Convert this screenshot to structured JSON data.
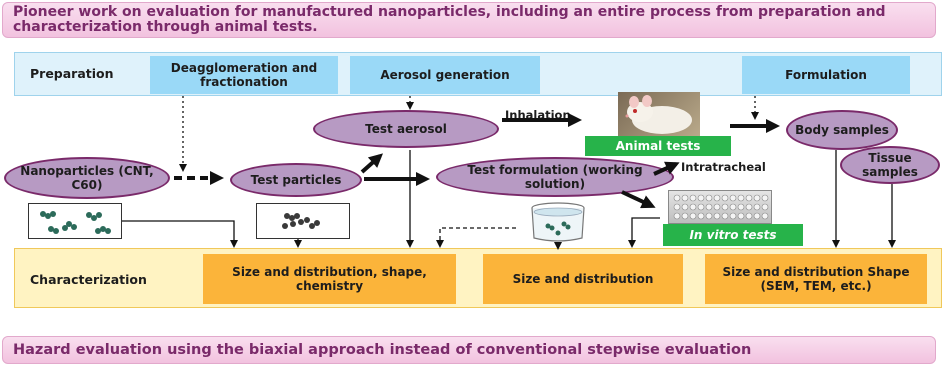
{
  "banners": {
    "top": "Pioneer work on evaluation for manufactured nanoparticles, including an entire process from preparation and characterization through animal tests.",
    "bottom": "Hazard evaluation using the biaxial approach instead of conventional stepwise evaluation"
  },
  "preparation": {
    "label": "Preparation",
    "boxes": [
      "Deagglomeration and fractionation",
      "Aerosol generation",
      "Formulation"
    ]
  },
  "characterization": {
    "label": "Characterization",
    "boxes": [
      "Size and distribution, shape, chemistry",
      "Size and distribution",
      "Size and distribution Shape (SEM, TEM, etc.)"
    ]
  },
  "nodes": {
    "nanoparticles": "Nanoparticles (CNT, C60)",
    "test_particles": "Test particles",
    "test_aerosol": "Test aerosol",
    "test_formulation": "Test formulation (working solution)",
    "body_samples": "Body samples",
    "tissue_samples": "Tissue samples"
  },
  "tests": {
    "animal": "Animal tests",
    "in_vitro": "In vitro tests"
  },
  "routes": {
    "inhalation": "Inhalation",
    "intratracheal": "Intratracheal"
  },
  "colors": {
    "prep": "#9ad9f7",
    "char": "#fbb43a",
    "node": "#b79ac3",
    "node_border": "#7a2a6a",
    "test": "#27b34a",
    "banner_text": "#7a2a6a"
  }
}
